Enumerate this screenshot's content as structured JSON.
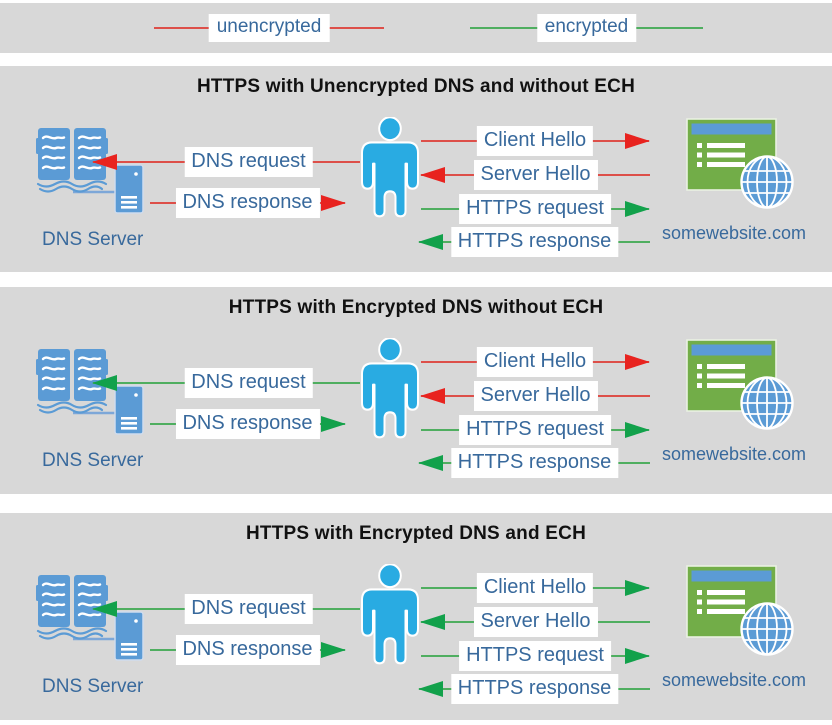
{
  "legend": {
    "items": [
      {
        "label": "unencrypted",
        "color": "red",
        "line_hex": "#dd4f49"
      },
      {
        "label": "encrypted",
        "color": "green",
        "line_hex": "#4fae60"
      }
    ]
  },
  "colors": {
    "panel_background": "#d8d8d8",
    "red_arrowhead": "#e8231f",
    "red_line": "#dd4f49",
    "green_arrowhead": "#12a14b",
    "green_line": "#4fae60",
    "label_text": "#38699c",
    "title_text": "#111111",
    "dns_icon_blue": "#5b9bd5",
    "person_blue": "#29abe2",
    "website_green": "#72ad48"
  },
  "panels": [
    {
      "title": "HTTPS with Unencrypted DNS and without ECH",
      "dns_server_label": "DNS Server",
      "website_label": "somewebsite.com",
      "arrows": {
        "dns_request": {
          "label": "DNS request",
          "dir": "left",
          "color": "red"
        },
        "dns_response": {
          "label": "DNS response",
          "dir": "right",
          "color": "red"
        },
        "client_hello": {
          "label": "Client Hello",
          "dir": "right",
          "color": "red"
        },
        "server_hello": {
          "label": "Server Hello",
          "dir": "left",
          "color": "red"
        },
        "https_request": {
          "label": "HTTPS request",
          "dir": "right",
          "color": "green"
        },
        "https_response": {
          "label": "HTTPS response",
          "dir": "left",
          "color": "green"
        }
      }
    },
    {
      "title": "HTTPS with Encrypted DNS without ECH",
      "dns_server_label": "DNS Server",
      "website_label": "somewebsite.com",
      "arrows": {
        "dns_request": {
          "label": "DNS request",
          "dir": "left",
          "color": "green"
        },
        "dns_response": {
          "label": "DNS response",
          "dir": "right",
          "color": "green"
        },
        "client_hello": {
          "label": "Client Hello",
          "dir": "right",
          "color": "red"
        },
        "server_hello": {
          "label": "Server Hello",
          "dir": "left",
          "color": "red"
        },
        "https_request": {
          "label": "HTTPS request",
          "dir": "right",
          "color": "green"
        },
        "https_response": {
          "label": "HTTPS response",
          "dir": "left",
          "color": "green"
        }
      }
    },
    {
      "title": "HTTPS with Encrypted DNS and ECH",
      "dns_server_label": "DNS Server",
      "website_label": "somewebsite.com",
      "arrows": {
        "dns_request": {
          "label": "DNS request",
          "dir": "left",
          "color": "green"
        },
        "dns_response": {
          "label": "DNS response",
          "dir": "right",
          "color": "green"
        },
        "client_hello": {
          "label": "Client Hello",
          "dir": "right",
          "color": "green"
        },
        "server_hello": {
          "label": "Server Hello",
          "dir": "left",
          "color": "green"
        },
        "https_request": {
          "label": "HTTPS request",
          "dir": "right",
          "color": "green"
        },
        "https_response": {
          "label": "HTTPS response",
          "dir": "left",
          "color": "green"
        }
      }
    }
  ]
}
